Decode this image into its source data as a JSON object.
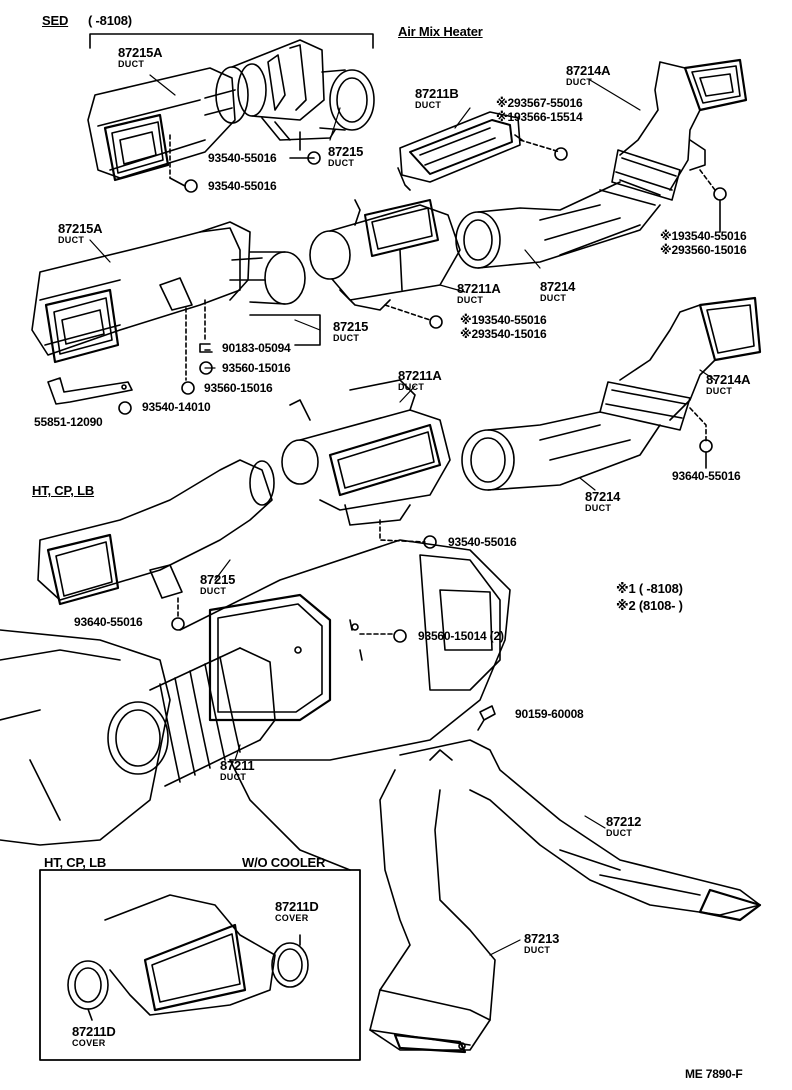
{
  "headers": {
    "sed": "SED",
    "sed_range": "(     -8108)",
    "air_mix": "Air Mix Heater",
    "ht_cp_lb": "HT, CP, LB",
    "inset_ht": "HT, CP, LB",
    "inset_wo": "W/O COOLER",
    "footer": "ME 7890-F"
  },
  "notes": {
    "n1": "※1 (      -8108)",
    "n2": "※2 (8108-      )"
  },
  "labels": {
    "d87215a_top": "87215A",
    "d87215a_top_s": "DUCT",
    "d87215_top": "87215",
    "d87215_top_s": "DUCT",
    "f_93540_a": "93540-55016",
    "f_93540_b": "93540-55016",
    "d87211b": "87211B",
    "d87211b_s": "DUCT",
    "f_293567": "※293567-55016",
    "f_193566": "※193566-15514",
    "d87214a_top": "87214A",
    "d87214a_top_s": "DUCT",
    "f_193540": "※193540-55016",
    "f_293560": "※293560-15016",
    "d87214_top": "87214",
    "d87214_top_s": "DUCT",
    "d87211a_mid": "87211A",
    "d87211a_mid_s": "DUCT",
    "f_193540b": "※193540-55016",
    "f_293540": "※293540-15016",
    "d87215a_mid": "87215A",
    "d87215a_mid_s": "DUCT",
    "d87215_mid": "87215",
    "d87215_mid_s": "DUCT",
    "f_90183": "90183-05094",
    "f_93560_a": "93560-15016",
    "f_93560_b": "93560-15016",
    "p55851": "55851-12090",
    "f_93540_c": "93540-14010",
    "d87211a_low": "87211A",
    "d87211a_low_s": "DUCT",
    "d87214a_low": "87214A",
    "d87214a_low_s": "DUCT",
    "f_93640": "93640-55016",
    "d87214_low": "87214",
    "d87214_low_s": "DUCT",
    "f_93540_d": "93540-55016",
    "d87215_low": "87215",
    "d87215_low_s": "DUCT",
    "f_93640b": "93640-55016",
    "f_93560_14": "93560-15014 (2)",
    "f_90159": "90159-60008",
    "d87211": "87211",
    "d87211_s": "DUCT",
    "d87212": "87212",
    "d87212_s": "DUCT",
    "d87213": "87213",
    "d87213_s": "DUCT",
    "c87211d_r": "87211D",
    "c87211d_r_s": "COVER",
    "c87211d_l": "87211D",
    "c87211d_l_s": "COVER"
  }
}
